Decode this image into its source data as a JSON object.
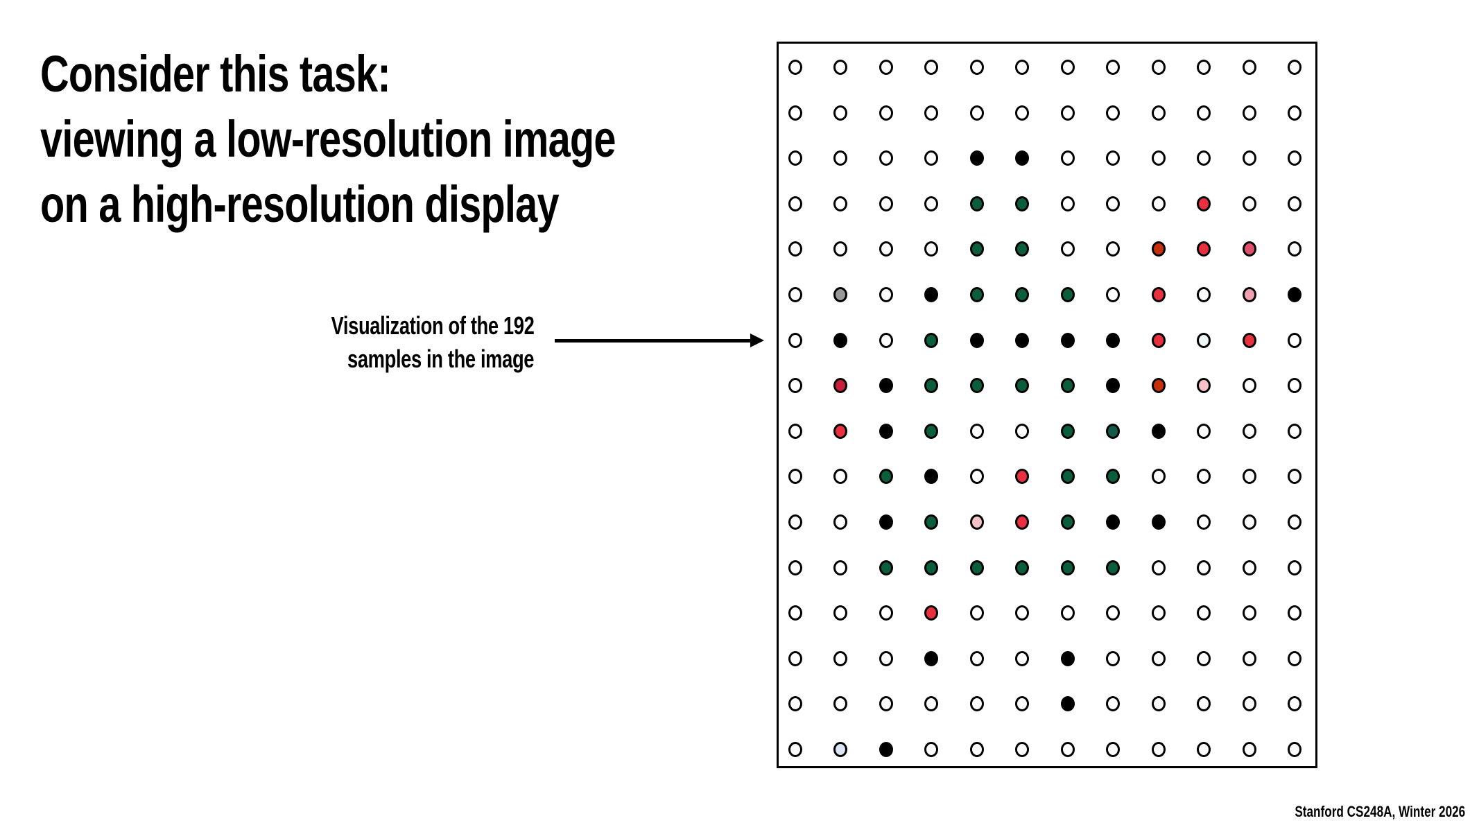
{
  "slide": {
    "title_lines": [
      "Consider this task:",
      "viewing a low-resolution image",
      "on a high-resolution display"
    ],
    "annotation": {
      "lines": [
        "Visualization of the 192",
        "samples in the image"
      ],
      "pointer": "arrow-right-icon"
    },
    "footer": "Stanford CS248A, Winter 2026"
  },
  "sample_grid": {
    "rows": 16,
    "cols": 12,
    "sample_count": 192,
    "palette": {
      "W": "#ffffff",
      "K": "#000000",
      "G": "#0b5e3c",
      "T": "#135a4a",
      "R": "#e8303f",
      "O": "#c8300a",
      "C": "#c8203a",
      "M": "#e0506a",
      "P": "#f0a0b0",
      "L": "#f8c0c8",
      "Y": "#999999",
      "B": "#dbe4f6",
      "E": "#eef5f5"
    },
    "cells": [
      "WWWWWWWWWWWW",
      "WWWWWWWWWWWW",
      "WWWWKKWWWWWW",
      "WWWWGGWWWRWW",
      "WWWWGGWWORMW",
      "WYWKGGGWRWPK",
      "WKWGKKKKRERW",
      "WCKGGGGKOLWW",
      "WRKGWWGTKWWW",
      "WWGKWRGGWWWW",
      "WWKGLRGKKWWW",
      "WWGGGGGGWWWW",
      "WWWRWWWWWWWW",
      "WWWKWWKWWWWW",
      "WWWWWWKWWWWW",
      "WBKWWWWWWWWW"
    ]
  }
}
